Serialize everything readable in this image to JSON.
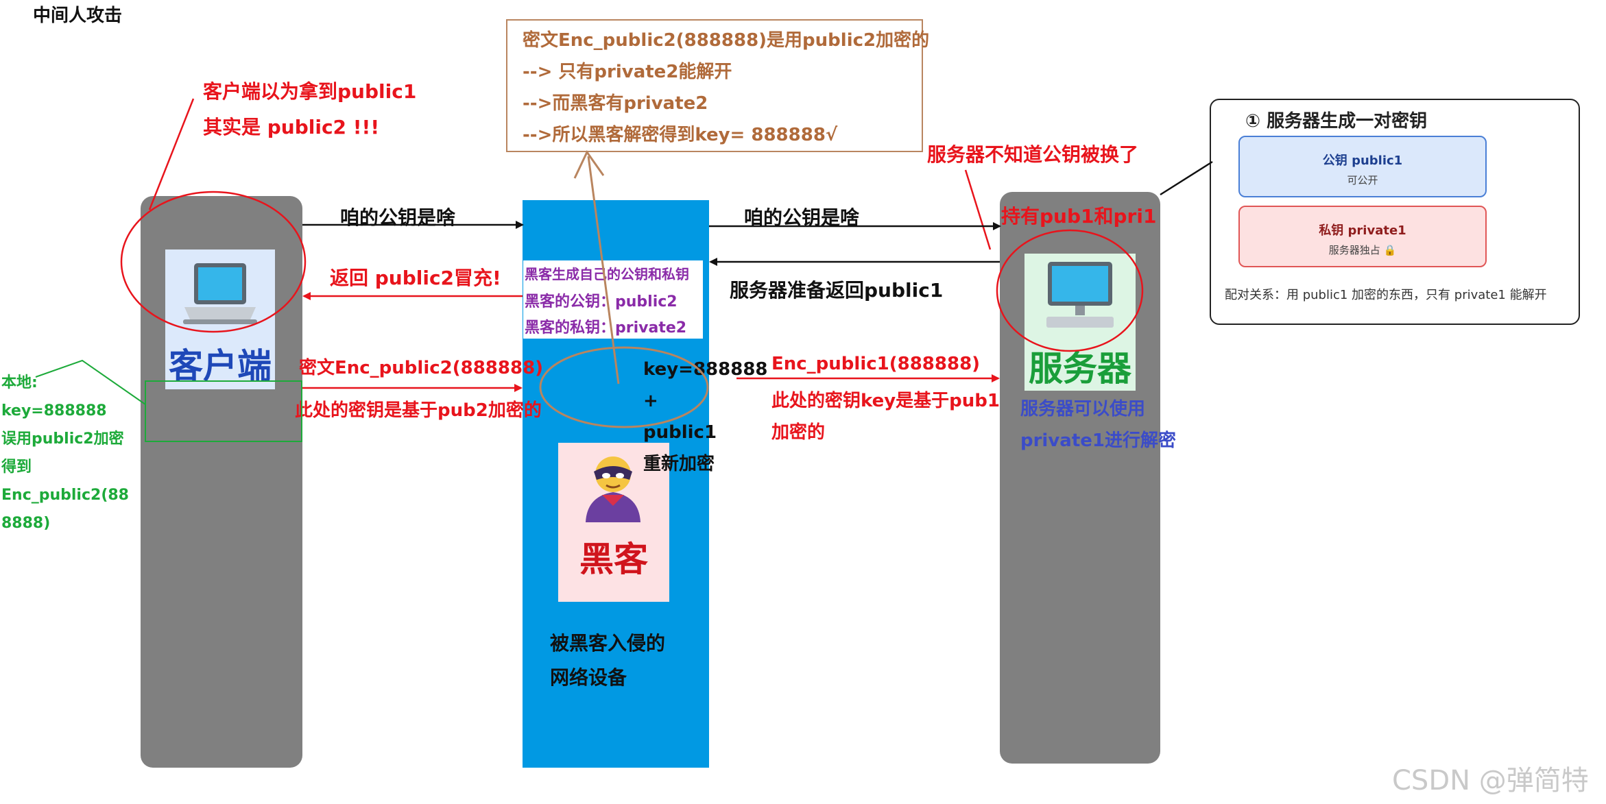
{
  "title": "中间人攻击",
  "client": {
    "label": "客户端",
    "bubble": [
      "客户端以为拿到public1",
      "其实是 public2 !!!"
    ],
    "local_note": [
      "本地:",
      "key=888888",
      "误用public2加密",
      "得到",
      "Enc_public2(88",
      "8888)"
    ]
  },
  "hacker": {
    "label": "黑客",
    "desc": [
      "被黑客入侵的",
      "网络设备"
    ],
    "keys": [
      "黑客生成自己的公钥和私钥",
      "黑客的公钥：public2",
      "黑客的私钥：private2"
    ],
    "reencrypt": [
      "key=888888",
      "+",
      "public1",
      "重新加密"
    ]
  },
  "server": {
    "label": "服务器",
    "holds": "持有pub1和pri1",
    "unaware": "服务器不知道公钥被换了",
    "decrypt_note": [
      "服务器可以使用",
      "private1进行解密"
    ]
  },
  "messages": {
    "ask_left": "咱的公钥是啥",
    "ask_right": "咱的公钥是啥",
    "return_fake": "返回 public2冒充!",
    "server_return": "服务器准备返回public1",
    "cipher_left": "密文Enc_public2(888888)",
    "cipher_left_note": "此处的密钥是基于pub2加密的",
    "cipher_right": "Enc_public1(888888)",
    "cipher_right_note": [
      "此处的密钥key是基于pub1",
      "加密的"
    ]
  },
  "decrypt_box": [
    "密文Enc_public2(888888)是用public2加密的",
    "--> 只有private2能解开",
    "-->而黑客有private2",
    "-->所以黑客解密得到key= 888888√"
  ],
  "keygen_panel": {
    "title": "① 服务器生成一对密钥",
    "public_title": "公钥 public1",
    "public_sub": "可公开",
    "private_title": "私钥 private1",
    "private_sub": "服务器独占 🔒",
    "relation": "配对关系：用 public1 加密的东西，只有 private1 能解开"
  },
  "watermark": "CSDN @弹简特",
  "colors": {
    "red": "#e8141c",
    "hacker_blue": "#0199e3",
    "pillar": "#808080"
  }
}
